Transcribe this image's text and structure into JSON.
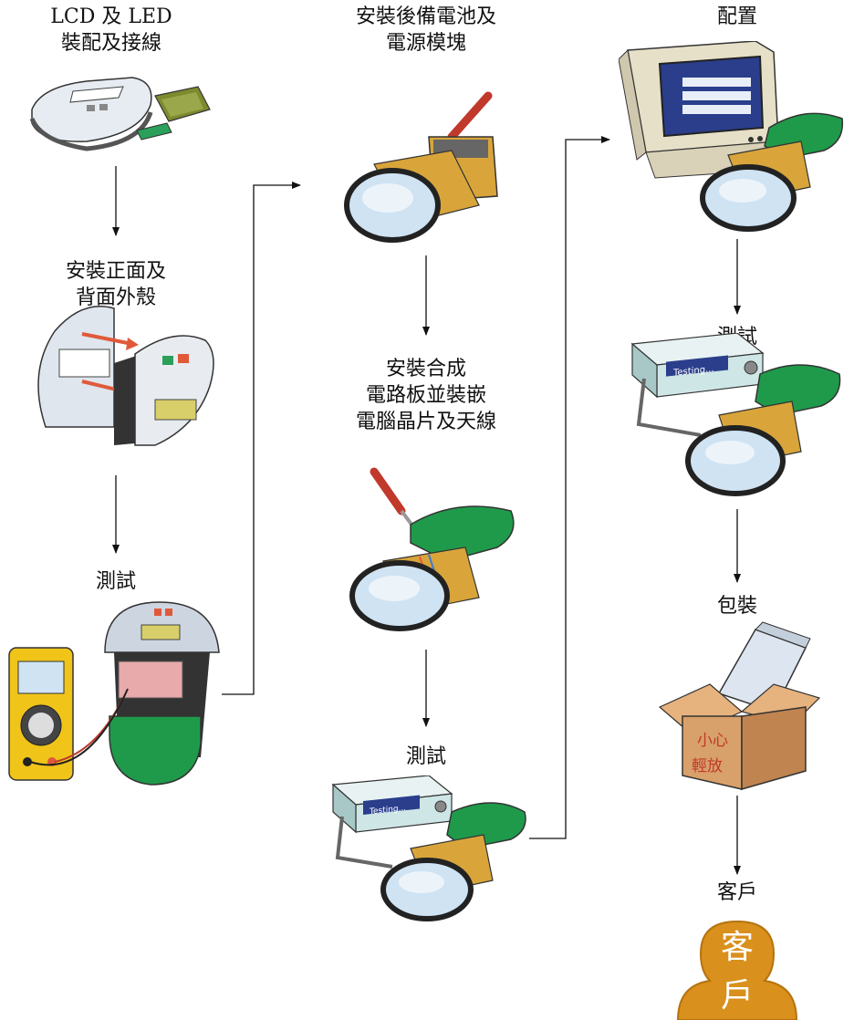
{
  "steps": {
    "lcd": {
      "lines": [
        "LCD 及 LED",
        "裝配及接線"
      ]
    },
    "housing": {
      "lines": [
        "安裝正面及",
        "背面外殼"
      ]
    },
    "test1": {
      "lines": [
        "測試"
      ]
    },
    "battery": {
      "lines": [
        "安裝後備電池及",
        "電源模塊"
      ]
    },
    "board": {
      "lines": [
        "安裝合成",
        "電路板並裝嵌",
        "電腦晶片及天線"
      ]
    },
    "test2": {
      "lines": [
        "測試"
      ]
    },
    "config": {
      "lines": [
        "配置"
      ]
    },
    "test3": {
      "lines": [
        "測試"
      ]
    },
    "pack": {
      "lines": [
        "包裝"
      ]
    },
    "customer": {
      "lines": [
        "客戶"
      ]
    }
  },
  "device_screen_text": "Testing...",
  "box_text": [
    "小心",
    "輕放"
  ],
  "customer_icon_text": [
    "客",
    "戶"
  ],
  "colors": {
    "board_green": "#1f9a4a",
    "metal": "#b8b8b8",
    "lens": "#cfe3f3",
    "box": "#d8a06a",
    "customer": "#d9901c",
    "meter": "#f0c419",
    "device": "#cfe6e6",
    "screen": "#2a3e8c"
  }
}
